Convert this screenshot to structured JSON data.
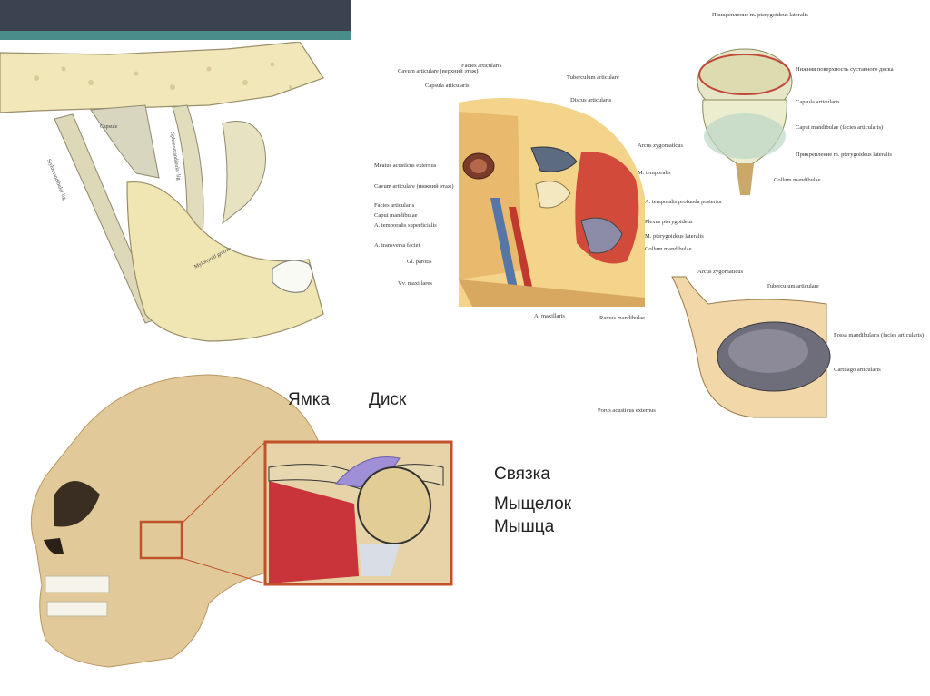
{
  "slide": {
    "top_left_panel": {
      "labels": [
        "Stylomandibular lig.",
        "Capsule",
        "Sphenomandibular lig.",
        "Mylohyoid groove"
      ]
    },
    "top_middle_panel": {
      "labels": [
        "Facies articularis",
        "Cavum articulare (верхний этаж)",
        "Tuberculum articulare",
        "Capsula articularis",
        "Discus articularis",
        "Arcus zygomaticus",
        "Meatus acusticus externus",
        "M. temporalis",
        "Cavum articulare (нижний этаж)",
        "A. temporalis profunda posterior",
        "Facies articularis",
        "Caput mandibulae",
        "Plexus pterygoideus",
        "A. temporalis superficialis",
        "M. pterygoideus lateralis",
        "A. transversa faciei",
        "Collum mandibulae",
        "Gl. parotis",
        "Vv. maxillares",
        "A. maxillaris",
        "Ramus mandibulae"
      ]
    },
    "top_right_panel": {
      "labels": [
        "Прикрепление m. pterygoideus lateralis",
        "Нижняя поверхность суставного диска",
        "Capsula articularis",
        "Caput mandibulae (facies articularis)",
        "Прикрепление m. pterygoideus lateralis",
        "Collum mandibulae"
      ]
    },
    "middle_right_panel": {
      "labels": [
        "Arcus zygomaticus",
        "Tuberculum articulare",
        "Fossa mandibularis (facies articularis)",
        "Cartilago articularis",
        "Porus acusticus externus"
      ]
    },
    "bottom_panel": {
      "labels": {
        "fossa": "Ямка",
        "disc": "Диск",
        "ligament": "Связка",
        "condyle": "Мыщелок",
        "muscle": "Мышца"
      },
      "colors": {
        "bone": "#e2c99a",
        "disc": "#9f8fd6",
        "muscle": "#c8343a",
        "frame": "#c0522a"
      }
    }
  }
}
